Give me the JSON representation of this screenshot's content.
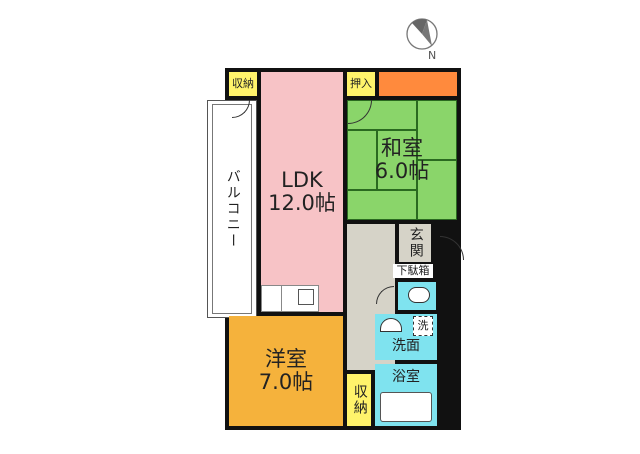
{
  "compass": {
    "label": "N",
    "icon": "compass-north-icon"
  },
  "rooms": {
    "storage_top_left": {
      "label": "収納",
      "color": "#fff36b"
    },
    "ldk": {
      "name": "LDK",
      "size": "12.0帖",
      "color": "#f7c3c6"
    },
    "oshiire": {
      "label": "押入",
      "color": "#fff36b"
    },
    "orange_storage": {
      "color": "#ff8a3d"
    },
    "washitsu": {
      "name": "和室",
      "size": "6.0帖",
      "color": "#8ad56a"
    },
    "balcony": {
      "label": "バルコニー",
      "color": "#ffffff"
    },
    "hall": {
      "color": "#d6d3c8"
    },
    "genkan": {
      "label": "玄関",
      "color": "#d6d3c8"
    },
    "getabako": {
      "label": "下駄箱"
    },
    "toilet": {
      "color": "#7fe3ef"
    },
    "senmen": {
      "label": "洗面",
      "color": "#7fe3ef",
      "washer_label": "洗"
    },
    "yokushitsu": {
      "label": "浴室",
      "color": "#7fe3ef"
    },
    "storage_bottom": {
      "label": "収納",
      "color": "#fff36b"
    },
    "youshitsu": {
      "name": "洋室",
      "size": "7.0帖",
      "color": "#f5b23c"
    }
  }
}
